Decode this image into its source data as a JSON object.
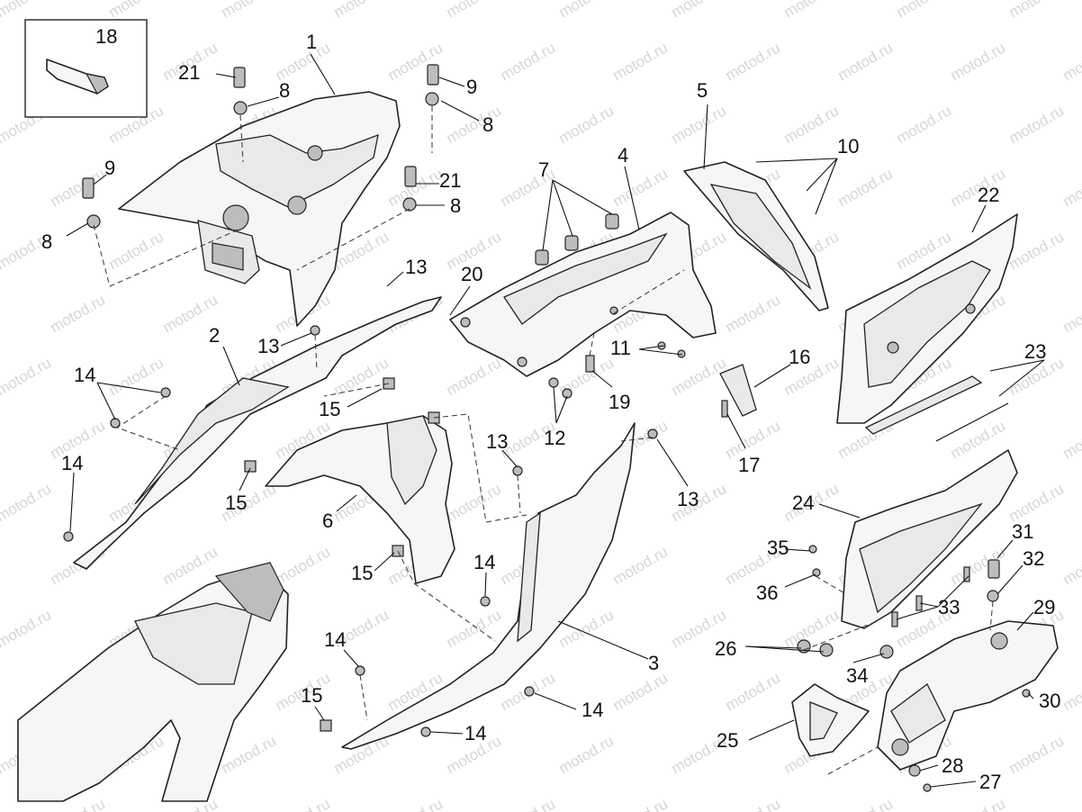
{
  "watermark": "motod.ru",
  "callouts": {
    "c1": "1",
    "c2": "2",
    "c3": "3",
    "c4": "4",
    "c5": "5",
    "c6": "6",
    "c7": "7",
    "c8": "8",
    "c9": "9",
    "c10": "10",
    "c11": "11",
    "c12": "12",
    "c13": "13",
    "c14": "14",
    "c15": "15",
    "c16": "16",
    "c17": "17",
    "c18": "18",
    "c19": "19",
    "c20": "20",
    "c21": "21",
    "c22": "22",
    "c23": "23",
    "c24": "24",
    "c25": "25",
    "c26": "26",
    "c27": "27",
    "c28": "28",
    "c29": "29",
    "c30": "30",
    "c31": "31",
    "c32": "32",
    "c33": "33",
    "c34": "34",
    "c35": "35",
    "c36": "36"
  }
}
